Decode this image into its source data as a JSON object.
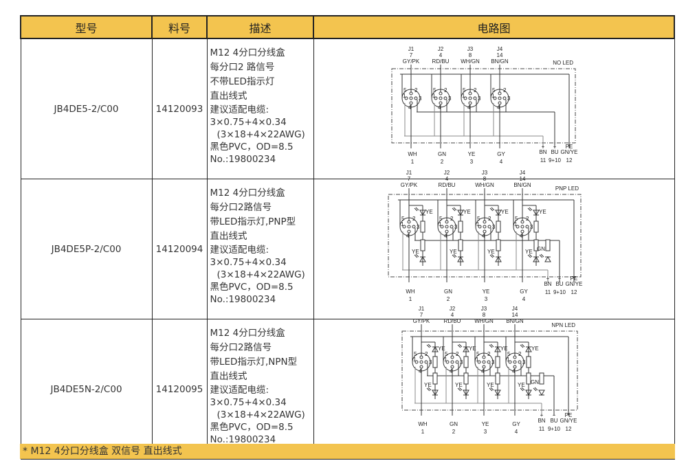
{
  "header": {
    "model": "型号",
    "part_no": "料号",
    "description": "描述",
    "circuit": "电路图"
  },
  "rows": [
    {
      "model": "JB4DE5-2/C00",
      "part_no": "14120093",
      "desc_main": [
        "M12 4分口分线盒",
        "每分口2 路信号",
        "不带LED指示灯",
        "直出线式"
      ],
      "desc_cable": [
        "建议适配电缆:",
        "3×0.75+4×0.34",
        "(3×18+4×22AWG)",
        "黑色PVC，OD=8.5",
        "No.:19800234"
      ],
      "diagram": {
        "type": "NO LED",
        "led": "none"
      }
    },
    {
      "model": "JB4DE5P-2/C00",
      "part_no": "14120094",
      "desc_main": [
        "M12 4分口分线盒",
        "每分口2路信号",
        "带LED指示灯,PNP型",
        "直出线式"
      ],
      "desc_cable": [
        "建议适配电缆:",
        "3×0.75+4×0.34",
        "(3×18+4×22AWG)",
        "黑色PVC，OD=8.5",
        "No.:19800234"
      ],
      "diagram": {
        "type": "PNP LED",
        "led": "pnp"
      }
    },
    {
      "model": "JB4DE5N-2/C00",
      "part_no": "14120095",
      "desc_main": [
        "M12 4分口分线盒",
        "每分口2路信号",
        "带LED指示灯,NPN型",
        "直出线式"
      ],
      "desc_cable": [
        "建议适配电缆:",
        "3×0.75+4×0.34",
        "(3×18+4×22AWG)",
        "黑色PVC，OD=8.5",
        "No.:19800234"
      ],
      "diagram": {
        "type": "NPN LED",
        "led": "npn"
      }
    }
  ],
  "diagram_labels": {
    "ports": [
      {
        "j": "J1",
        "n": "7",
        "c": "GY/PK"
      },
      {
        "j": "J2",
        "n": "4",
        "c": "RD/BU"
      },
      {
        "j": "J3",
        "n": "8",
        "c": "WH/GN"
      },
      {
        "j": "J4",
        "n": "14",
        "c": "BN/GN"
      }
    ],
    "outputs": [
      {
        "c": "WH",
        "n": "1"
      },
      {
        "c": "GN",
        "n": "2"
      },
      {
        "c": "YE",
        "n": "3"
      },
      {
        "c": "GY",
        "n": "4"
      }
    ],
    "power": [
      {
        "s": "+",
        "c": "BN",
        "n": "11"
      },
      {
        "s": "−",
        "c": "BU",
        "n": "9+10"
      },
      {
        "s": "PE",
        "c": "GN/YE",
        "n": "12"
      }
    ],
    "pins": [
      "1",
      "2",
      "3",
      "4",
      "5"
    ],
    "led_ye": "YE",
    "led_gn": "GN"
  },
  "footer": "* M12 4分口分线盒 双信号 直出线式"
}
